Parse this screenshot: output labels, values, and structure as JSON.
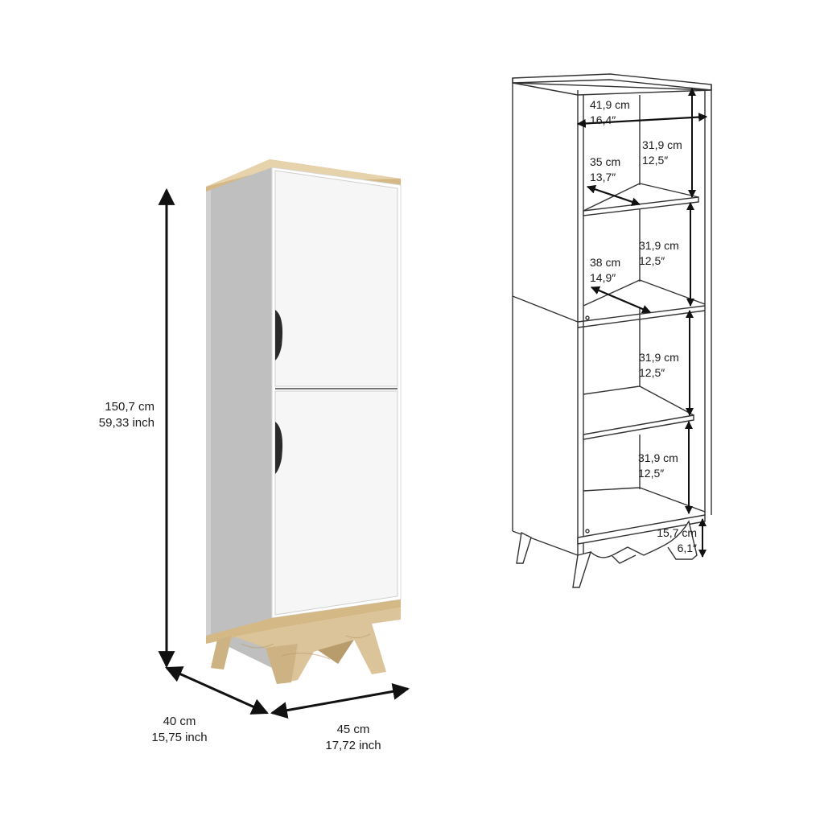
{
  "product_view": {
    "height_cm": "150,7 cm",
    "height_in": "59,33 inch",
    "depth_cm": "40 cm",
    "depth_in": "15,75 inch",
    "width_cm": "45 cm",
    "width_in": "17,72 inch"
  },
  "line_drawing": {
    "inner_width_cm": "41,9 cm",
    "inner_width_in": "16,4″",
    "shelf1_depth_cm": "35 cm",
    "shelf1_depth_in": "13,7″",
    "shelf2_depth_cm": "38 cm",
    "shelf2_depth_in": "14,9″",
    "compartments": [
      {
        "height_cm": "31,9 cm",
        "height_in": "12,5″"
      },
      {
        "height_cm": "31,9 cm",
        "height_in": "12,5″"
      },
      {
        "height_cm": "31,9 cm",
        "height_in": "12,5″"
      },
      {
        "height_cm": "31,9 cm",
        "height_in": "12,5″"
      }
    ],
    "leg_height_cm": "15,7 cm",
    "leg_height_in": "6,1″"
  },
  "colors": {
    "cabinet_white": "#f4f4f4",
    "cabinet_side": "#bdbdbd",
    "wood": "#d9c39a",
    "wood_dark": "#b89c6c",
    "handle": "#2a2a2a",
    "line": "#1a1a1a"
  }
}
